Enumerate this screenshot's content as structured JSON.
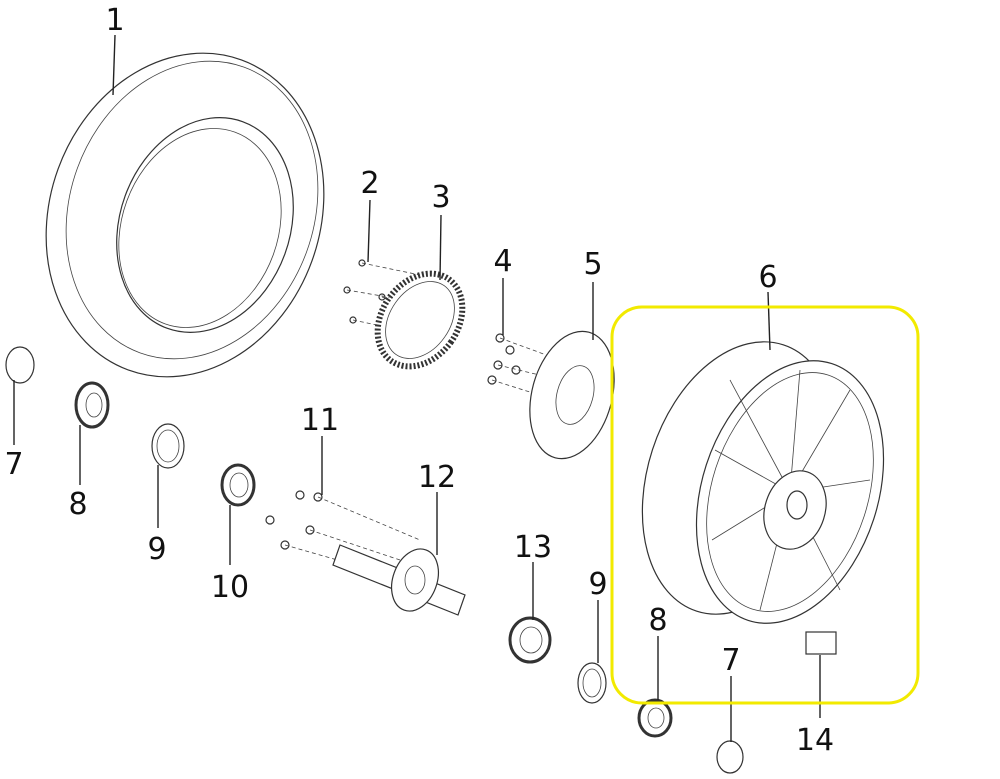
{
  "labels": {
    "tire": "1",
    "bolt_small": "2",
    "tone_ring": "3",
    "disc_bolt": "4",
    "brake_disc": "5",
    "wheel_rim": "6",
    "circlip_left": "7",
    "bearing_left": "8",
    "washer_left": "9",
    "oil_seal": "10",
    "hub_bolt": "11",
    "axle_hub": "12",
    "seal_right": "13",
    "washer_right": "9",
    "bearing_right": "8",
    "circlip_right": "7",
    "valve_sensor": "14"
  },
  "highlight_color": "#f2ea00"
}
